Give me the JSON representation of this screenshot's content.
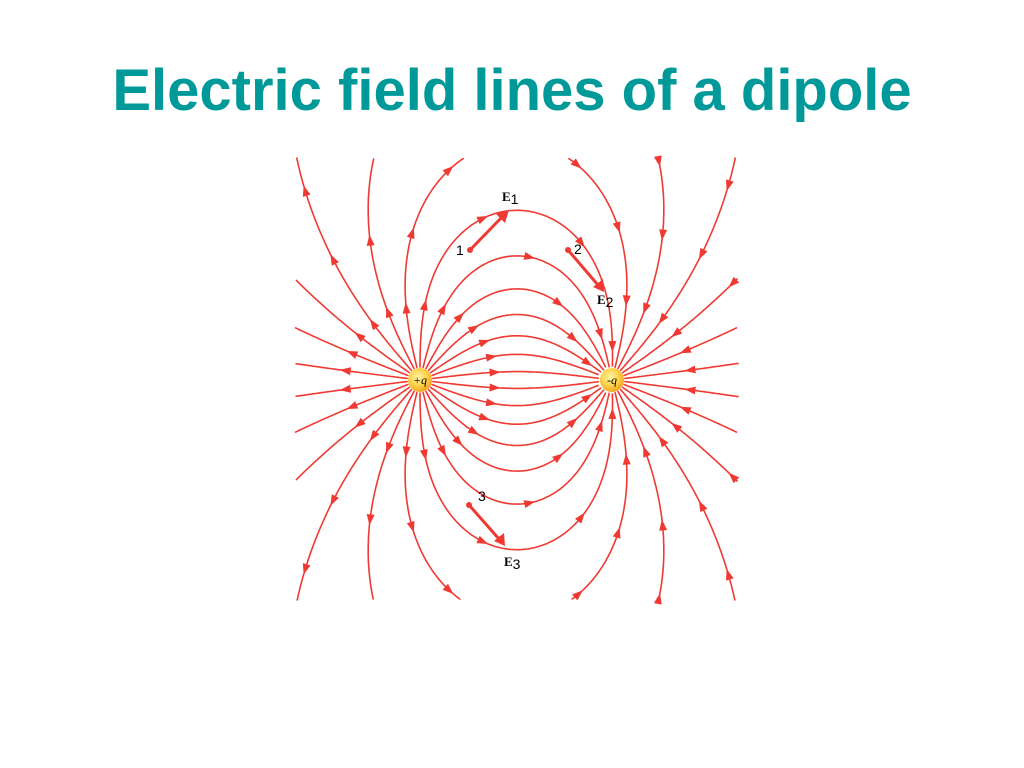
{
  "slide": {
    "title": "Electric field lines of a dipole"
  },
  "diagram": {
    "colors": {
      "title": "#009999",
      "field_line": "#ef3a33",
      "charge_core": "#fff3a8",
      "charge_edge": "#f0a020"
    },
    "charges": {
      "positive_label": "+q",
      "negative_label": "-q"
    },
    "points": {
      "p1": "1",
      "p2": "2",
      "p3": "3"
    },
    "vectors": {
      "e1": {
        "symbol": "E",
        "subscript": "1"
      },
      "e2": {
        "symbol": "E",
        "subscript": "2"
      },
      "e3": {
        "symbol": "E",
        "subscript": "3"
      }
    }
  }
}
